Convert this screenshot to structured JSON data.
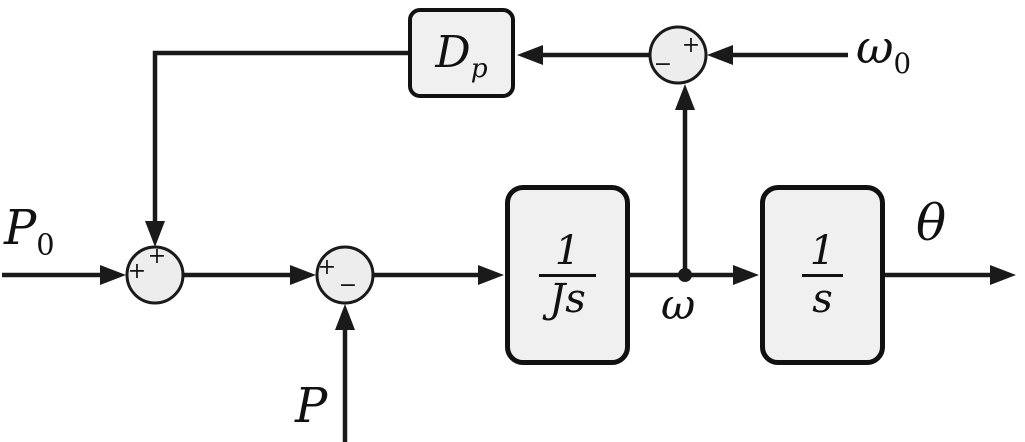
{
  "diagram": {
    "blocks": {
      "damping": {
        "name": "D",
        "sub": "p"
      },
      "inertia": {
        "num": "1",
        "den": "Js"
      },
      "integrator": {
        "num": "1",
        "den": "s"
      }
    },
    "labels": {
      "p0": {
        "main": "P",
        "sub": "0"
      },
      "p": {
        "main": "P"
      },
      "omega0": {
        "main": "ω",
        "sub": "0"
      },
      "omega": {
        "main": "ω"
      },
      "theta": {
        "main": "θ"
      }
    },
    "sums": {
      "sum_p0": {
        "top": "+",
        "left": "+"
      },
      "sum_p": {
        "left": "+",
        "bottom": "−"
      },
      "sum_omega": {
        "right": "+",
        "bottom": "−"
      }
    },
    "colors": {
      "line": "#1a1a1a",
      "block_fill": "#f0f0f0",
      "block_border": "#111111",
      "background": "#ffffff"
    }
  }
}
